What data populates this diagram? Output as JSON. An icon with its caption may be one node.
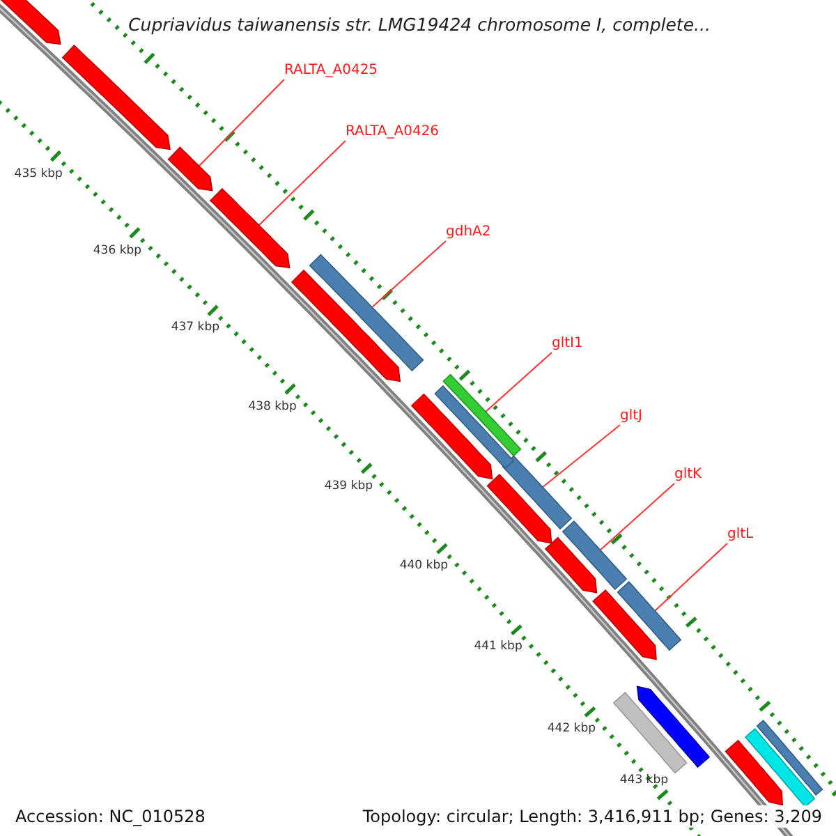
{
  "diagram": {
    "title": "Cupriavidus taiwanensis str. LMG19424 chromosome I, complete...",
    "nodes": [
      {
        "text": [
          "RALTA_A0425"
        ]
      },
      {
        "text": [],
        "shape": "bar"
      },
      {
        "text": [
          "RALTA_A0426"
        ]
      },
      {
        "text": [],
        "shape": "bar"
      },
      {
        "text": [
          "gdhA2"
        ]
      },
      {
        "text": [],
        "shape": "bar"
      },
      {
        "text": [
          "gltI1"
        ]
      },
      {
        "text": [],
        "shape": "bar"
      },
      {
        "text": [
          "gltJ"
        ]
      },
      {
        "text": [],
        "shape": "bar"
      },
      {
        "text": [
          "gltK"
        ]
      },
      {
        "text": [],
        "shape": "bar"
      },
      {
        "text": [
          "gltL"
        ]
      },
      {
        "text": [],
        "shape": "bar"
      },
      {
        "text": [],
        "shape": "bar"
      },
      {
        "text": [],
        "shape": "bar"
      },
      {
        "text": [],
        "shape": "bar"
      },
      {
        "text": [],
        "shape": "bar"
      },
      {
        "text": [],
        "shape": "bar"
      },
      {
        "text": [],
        "shape": "bar"
      },
      {
        "text": [],
        "shape": "bar"
      },
      {
        "text": [],
        "shape": "bar"
      },
      {
        "text": [],
        "shape": "bar"
      },
      {
        "text": [],
        "shape": "bar"
      },
      {
        "text": [],
        "shape": "bar"
      },
      {
        "text": [],
        "shape": "bar"
      },
      {
        "text": [],
        "shape": "bar"
      }
    ],
    "edges": [
      {
        "from": 0,
        "to": 1,
        "arrow": "none"
      },
      {
        "from": 2,
        "to": 3,
        "arrow": "none"
      },
      {
        "from": 4,
        "to": 5,
        "arrow": "none"
      },
      {
        "from": 6,
        "to": 7,
        "arrow": "none"
      },
      {
        "from": 8,
        "to": 9,
        "arrow": "none"
      },
      {
        "from": 10,
        "to": 11,
        "arrow": "none"
      },
      {
        "from": 12,
        "to": 13,
        "arrow": "none"
      }
    ],
    "labels": [
      "435 kbp",
      "436 kbp",
      "437 kbp",
      "438 kbp",
      "439 kbp",
      "440 kbp",
      "441 kbp",
      "442 kbp",
      "443 kbp",
      "Accession: NC_010528",
      "Topology: circular; Length: 3,416,911 bp; Genes: 3,209"
    ]
  }
}
